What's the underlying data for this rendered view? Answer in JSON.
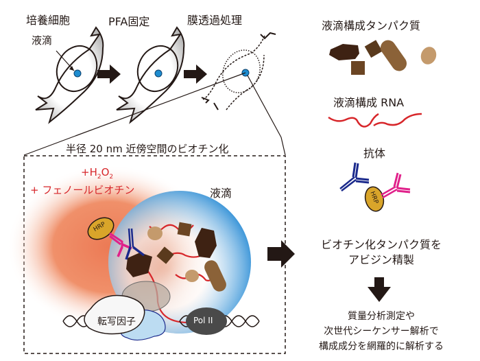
{
  "workflow": {
    "steps": [
      {
        "label": "培養細胞"
      },
      {
        "label": "PFA固定"
      },
      {
        "label": "膜透過処理"
      }
    ],
    "droplet_label": "液滴"
  },
  "legend": {
    "proteins_title": "液滴構成タンパク質",
    "rna_title": "液滴構成 RNA",
    "antibody_title": "抗体",
    "hrp_label": "HRP"
  },
  "inset": {
    "title": "半径 20 nm 近傍空間のビオチン化",
    "reagent_line1_prefix": "+H",
    "reagent_sub1": "2",
    "reagent_mid": "O",
    "reagent_sub2": "2",
    "reagent_line2": "+ フェノールビオチン",
    "droplet_label": "液滴",
    "hrp_label": "HRP",
    "tf_label": "転写因子",
    "pol_label": "Pol II"
  },
  "pipeline": {
    "step1_line1": "ビオチン化タンパク質を",
    "step1_line2": "アビジン精製",
    "step2_line1": "質量分析測定や",
    "step2_line2": "次世代シーケンサー解析で",
    "step2_line3": "構成成分を網羅的に解析する"
  },
  "colors": {
    "droplet_blue": "#1e8ccf",
    "reaction_orange": "#ec7a55",
    "rna_red": "#d7262a",
    "antibody_blue": "#1b2a8c",
    "antibody_magenta": "#e0218a",
    "hrp_gold": "#d9a52a",
    "protein_dark": "#3e2213",
    "protein_mid": "#6b4523",
    "protein_light": "#8b6238",
    "protein_tan": "#c49a6c",
    "pol_gray": "#4a4a4a",
    "arrow": "#231815"
  }
}
